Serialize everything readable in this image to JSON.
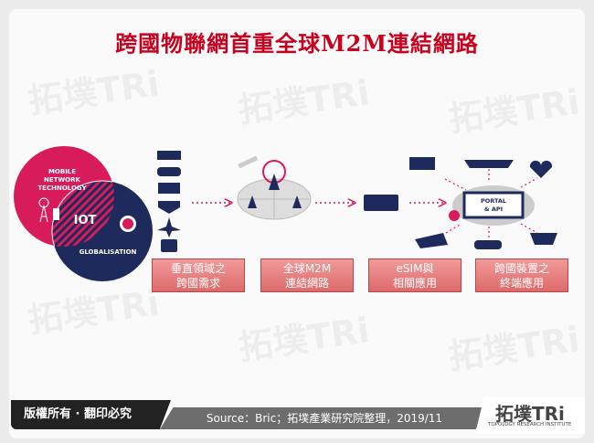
{
  "title": "跨國物聯網首重全球M2M連結網路",
  "venn": {
    "top": "MOBILE\nNETWORK\nTECHNOLOGY",
    "top_lines": [
      "MOBILE",
      "NETWORK",
      "TECHNOLOGY"
    ],
    "center": "IOT",
    "bottom": "GLOBALISATION"
  },
  "portal": {
    "line1": "PORTAL",
    "line2": "& API"
  },
  "boxes": [
    {
      "line1": "垂直領域之",
      "line2": "跨國需求"
    },
    {
      "line1": "全球M2M",
      "line2": "連結網路"
    },
    {
      "line1": "eSIM與",
      "line2": "相關應用"
    },
    {
      "line1": "跨國裝置之",
      "line2": "終端應用"
    }
  ],
  "footer": {
    "copyright": "版權所有 · 翻印必究",
    "source": "Source：Bric；拓墣產業研究院整理，2019/11",
    "logo": "拓墣TRi",
    "logo_sub": "TOPOLOGY RESEARCH INSTITUTE"
  },
  "colors": {
    "title": "#c8001e",
    "pink": "#d81b5a",
    "navy": "#1f2a5c",
    "box": "#e57b7b"
  }
}
